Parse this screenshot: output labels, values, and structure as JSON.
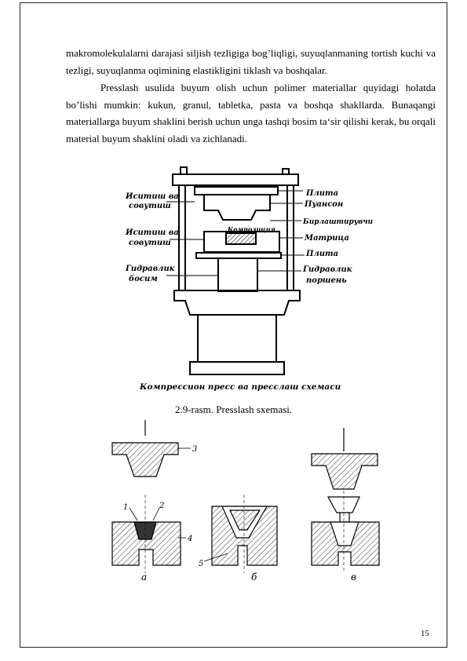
{
  "paragraph1": "makromolekulalarni darajasi siljish tezligiga bog’liqligi, suyuqlanmaning tortish kuchi va tezligi, suyuqlanma oqimining elastikligini tiklash va boshqalar.",
  "paragraph2": "Presslash usulida buyum olish uchun polimer materiallar quyidagi holatda bo’lishi mumkin: kukun, granul, tabletka, pasta va boshqa shakllarda. Bunaqangi materiallarga buyum shaklini berish uchun unga tashqi bosim ta‘sir qilishi kerak, bu orqali material buyum shaklini oladi va zichlanadi.",
  "figure1": {
    "labels": {
      "heat_cool_top_1": "Иситиш ва",
      "heat_cool_top_2": "совутиш",
      "heat_cool_bottom_1": "Иситиш ва",
      "heat_cool_bottom_2": "совутиш",
      "hydraulic_press_1": "Гидравлик",
      "hydraulic_press_2": "босим",
      "composition": "Композиция",
      "plate_top": "Плита",
      "punch": "Пуансон",
      "guide": "Бирлаштирувчи",
      "matrix": "Матрица",
      "plate_bottom": "Плита",
      "hydraulic_piston_1": "Гидравлик",
      "hydraulic_piston_2": "поршень"
    },
    "title": "Компрессион пресс ва пресслаш схемаси"
  },
  "caption": "2.9-rasm. Presslash sxemasi.",
  "figure2": {
    "numbers": {
      "n1": "1",
      "n2": "2",
      "n3": "3",
      "n4": "4",
      "n5": "5"
    },
    "panels": {
      "a": "а",
      "b": "б",
      "c": "в"
    }
  },
  "page_number": "15"
}
